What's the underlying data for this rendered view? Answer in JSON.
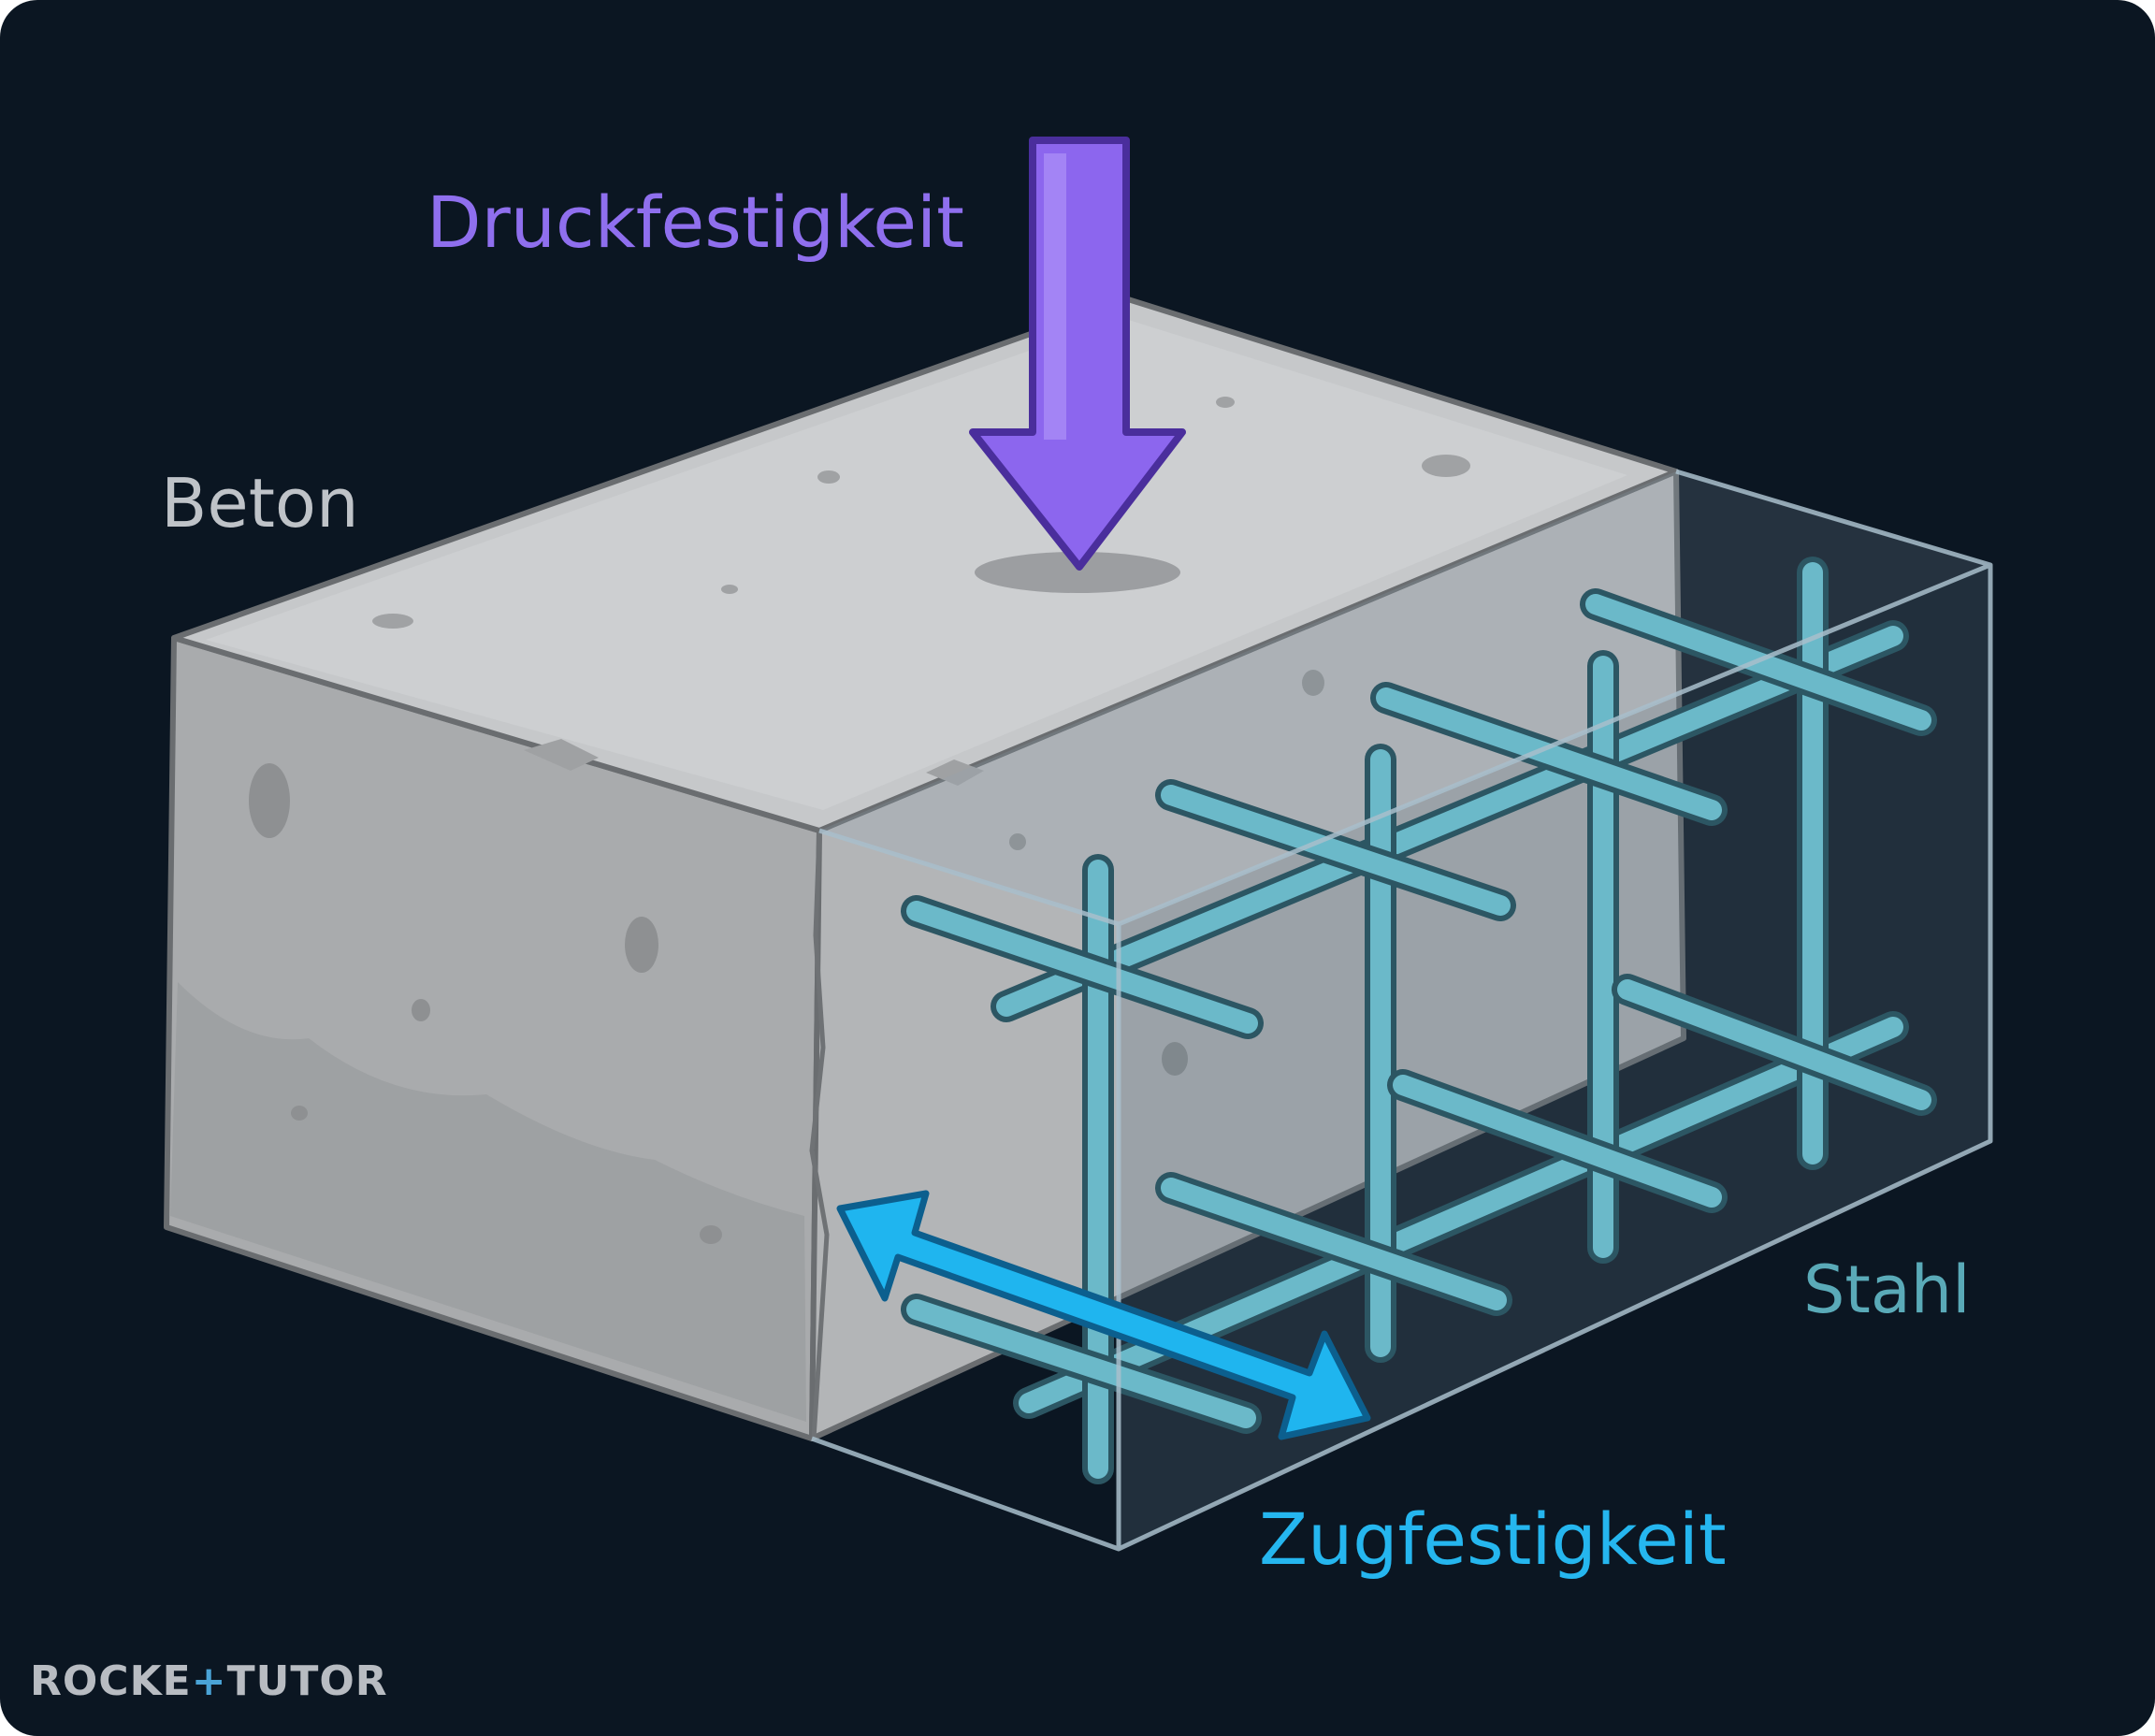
{
  "labels": {
    "compressive": "Druckfestigkeit",
    "concrete": "Beton",
    "steel": "Stahl",
    "tensile": "Zugfestigkeit"
  },
  "logo": {
    "part1": "ROCKE",
    "accent": "+",
    "part2": "TUTOR"
  },
  "colors": {
    "background": "#0b1622",
    "concrete_top": "#c6c8ca",
    "concrete_front": "#a9abad",
    "compressive_arrow": "#8c66ee",
    "tensile_arrow": "#1fb5ef",
    "rebar": "#6bb9c9"
  },
  "icons": {
    "compressive_arrow": "down-arrow-icon",
    "tensile_arrow": "double-headed-arrow-icon"
  }
}
